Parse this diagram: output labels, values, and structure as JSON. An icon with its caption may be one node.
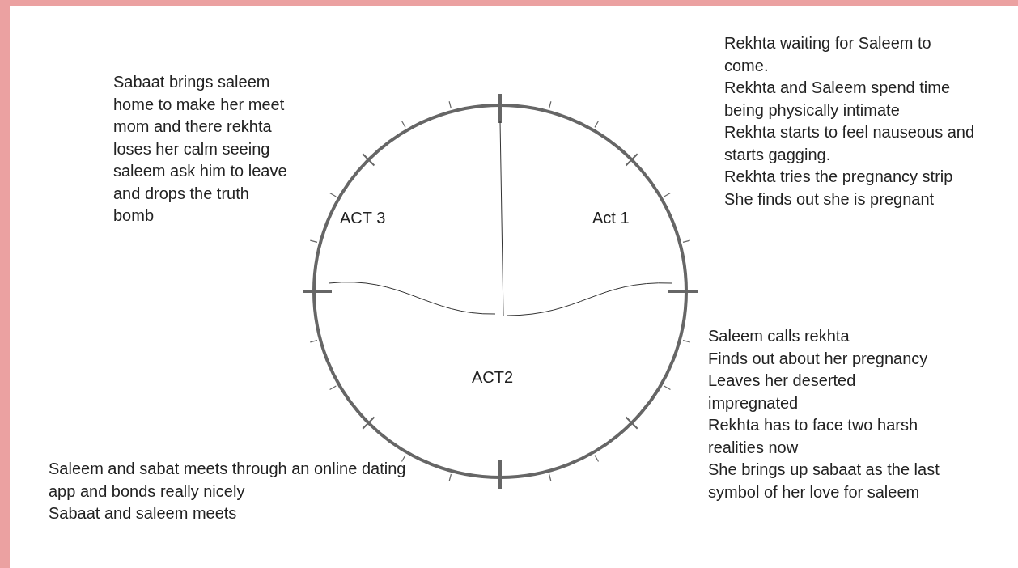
{
  "diagram": {
    "nodes": [
      {
        "text": [
          "ACT 3",
          "Act 1",
          "ACT2"
        ]
      }
    ],
    "labels": [
      "Rekhta waiting for Saleem to come.",
      "Rekhta and Saleem spend time being physically intimate",
      "Rekhta starts to feel nauseous and starts gagging.",
      "Rekhta tries the pregnancy strip",
      "She finds out she is pregnant",
      "Sabaat brings saleem home to make her meet mom and there rekhta loses her calm seeing saleem ask him to leave and drops the truth bomb",
      "Saleem calls rekhta",
      "Finds out about her pregnancy",
      "Leaves her deserted impregnated",
      "Rekhta has to face two harsh realities now",
      "She brings up sabaat as the last symbol of her love for saleem",
      "Saleem and sabat meets through an online dating app and bonds really nicely",
      "Sabaat and saleem meets"
    ]
  }
}
